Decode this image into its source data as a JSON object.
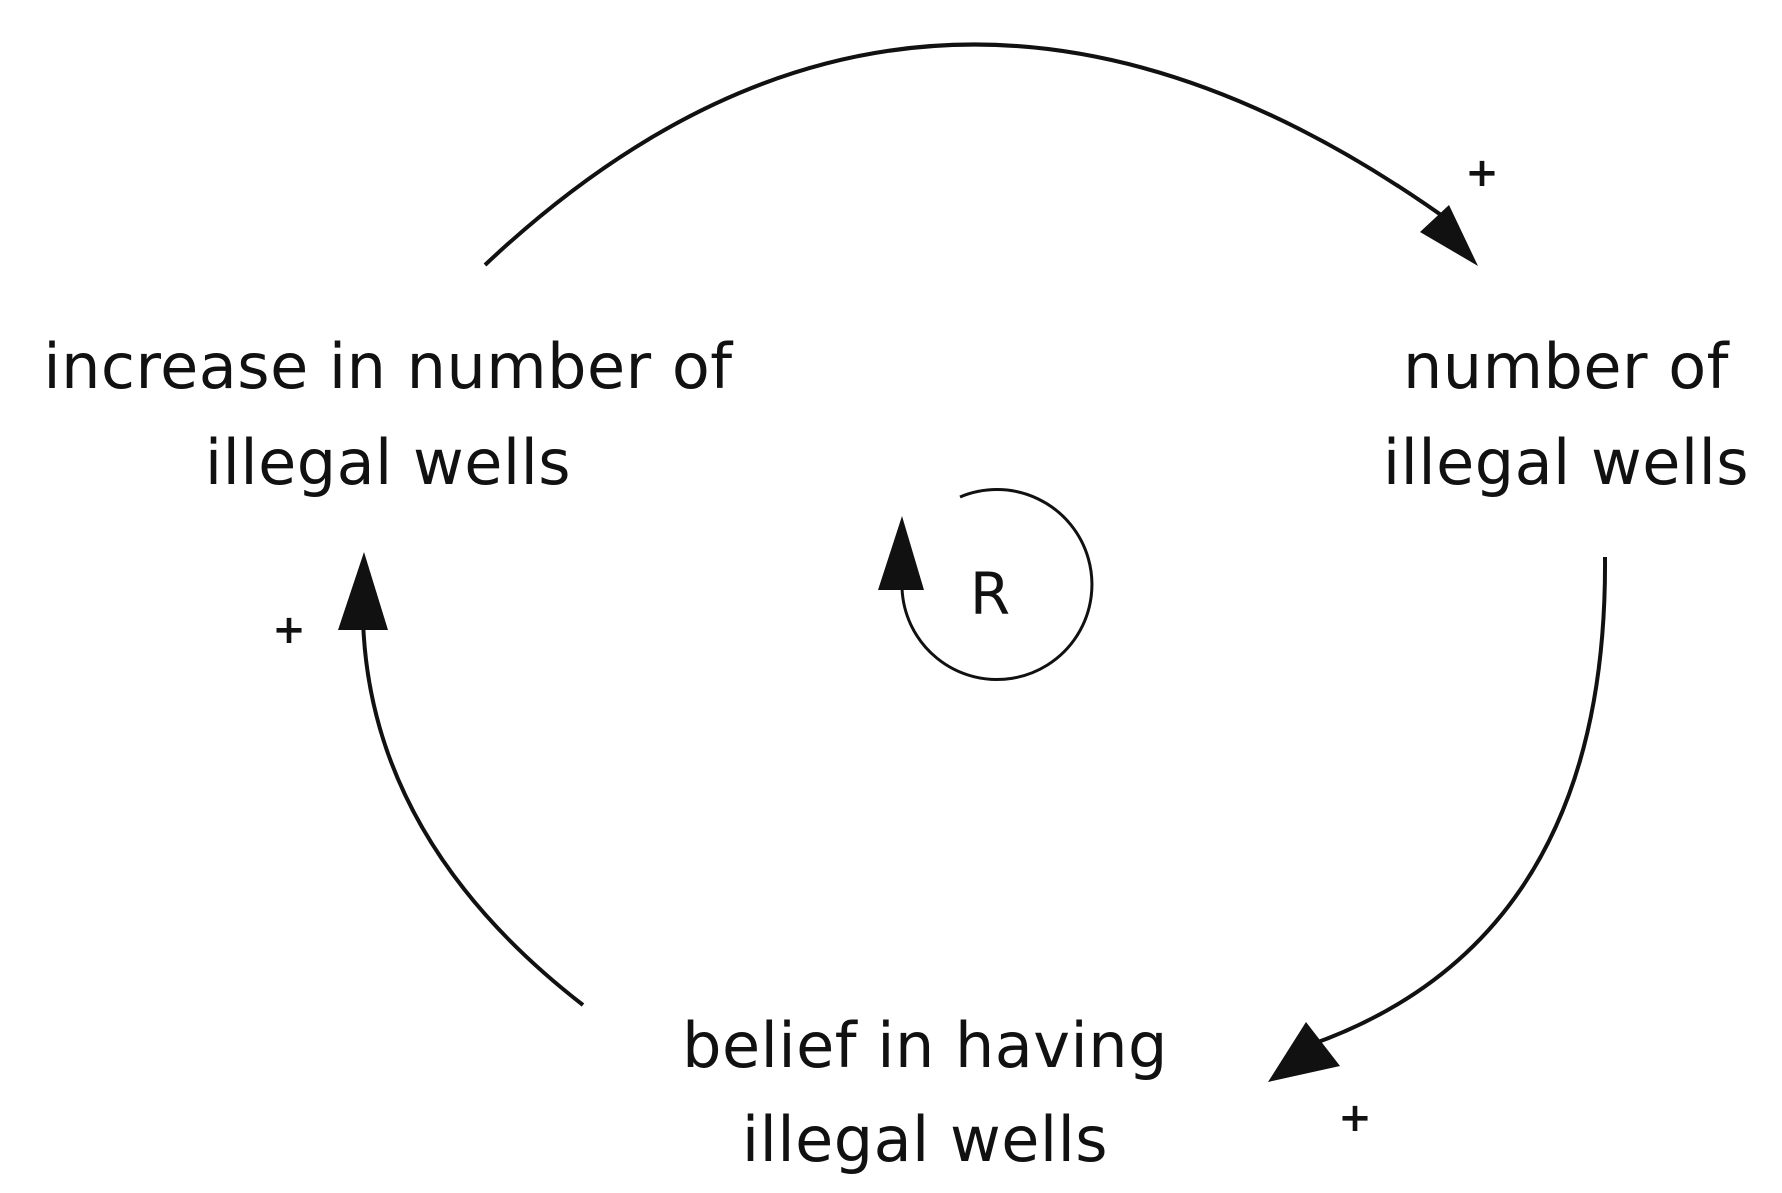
{
  "nodes": {
    "increase": {
      "line1": "increase in number of",
      "line2": "illegal wells"
    },
    "number": {
      "line1": "number of",
      "line2": "illegal wells"
    },
    "belief": {
      "line1": "belief in having",
      "line2": "illegal wells"
    }
  },
  "links": {
    "increase_to_number": {
      "polarity": "+"
    },
    "number_to_belief": {
      "polarity": "+"
    },
    "belief_to_increase": {
      "polarity": "+"
    }
  },
  "loop": {
    "label": "R",
    "type": "reinforcing"
  },
  "colors": {
    "ink": "#111111",
    "background": "#ffffff"
  }
}
